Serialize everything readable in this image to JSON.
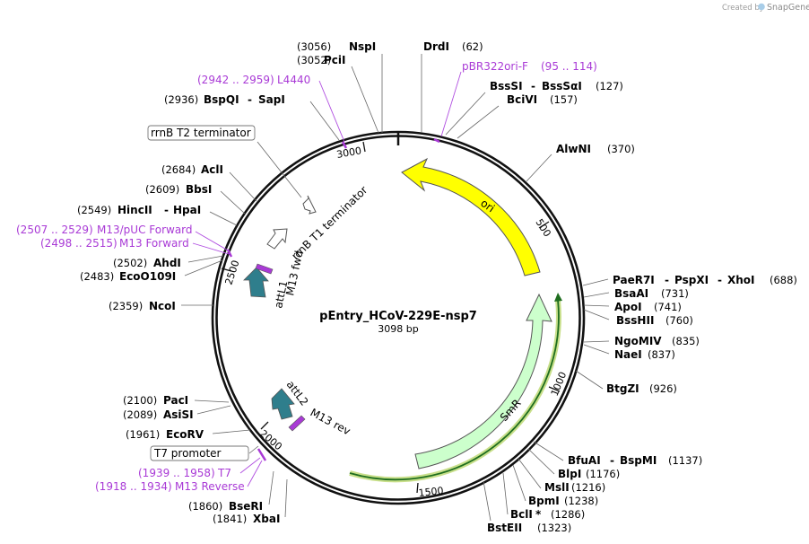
{
  "credit": {
    "prefix": "Created by",
    "brand": "SnapGene"
  },
  "plasmid": {
    "name": "pEntry_HCoV-229E-nsp7",
    "size": "3098 bp"
  },
  "ticks": {
    "t500": "500",
    "t1000": "1000",
    "t1500": "1500",
    "t2000": "2000",
    "t2500": "2500",
    "t3000": "3000"
  },
  "features": {
    "ori": "ori",
    "smr": "SmR",
    "attl1": "attL1",
    "attl2": "attL2",
    "m13fwd": "M13 fwd",
    "m13rev": "M13 rev",
    "rrnbt1": "rrnB T1 terminator"
  },
  "sites": [
    {
      "name": "NspI",
      "pos": "(3056)"
    },
    {
      "name": "PciI",
      "pos": "(3052)"
    },
    {
      "name": "BspQI",
      "name2": "SapI",
      "pos": "(2936)"
    },
    {
      "name": "AclI",
      "pos": "(2684)"
    },
    {
      "name": "BbsI",
      "pos": "(2609)"
    },
    {
      "name": "HincII",
      "name2": "HpaI",
      "pos": "(2549)"
    },
    {
      "name": "AhdI",
      "pos": "(2502)"
    },
    {
      "name": "EcoO109I",
      "pos": "(2483)"
    },
    {
      "name": "NcoI",
      "pos": "(2359)"
    },
    {
      "name": "PacI",
      "pos": "(2100)"
    },
    {
      "name": "AsiSI",
      "pos": "(2089)"
    },
    {
      "name": "EcoRV",
      "pos": "(1961)"
    },
    {
      "name": "BseRI",
      "pos": "(1860)"
    },
    {
      "name": "XbaI",
      "pos": "(1841)"
    },
    {
      "name": "DrdI",
      "pos": "(62)"
    },
    {
      "name": "BssSI",
      "name2": "BssSαI",
      "pos": "(127)"
    },
    {
      "name": "BciVI",
      "pos": "(157)"
    },
    {
      "name": "AlwNI",
      "pos": "(370)"
    },
    {
      "name": "PaeR7I",
      "name2": "PspXI",
      "name3": "XhoI",
      "pos": "(688)"
    },
    {
      "name": "BsaAI",
      "pos": "(731)"
    },
    {
      "name": "ApoI",
      "pos": "(741)"
    },
    {
      "name": "BssHII",
      "pos": "(760)"
    },
    {
      "name": "NgoMIV",
      "pos": "(835)"
    },
    {
      "name": "NaeI",
      "pos": "(837)"
    },
    {
      "name": "BtgZI",
      "pos": "(926)"
    },
    {
      "name": "BfuAI",
      "name2": "BspMI",
      "pos": "(1137)"
    },
    {
      "name": "BlpI",
      "pos": "(1176)"
    },
    {
      "name": "MslI",
      "pos": "(1216)"
    },
    {
      "name": "BpmI",
      "pos": "(1238)"
    },
    {
      "name": "BclI",
      "star": "*",
      "pos": "(1286)"
    },
    {
      "name": "BstEII",
      "pos": "(1323)"
    }
  ],
  "primers": [
    {
      "range": "(2942 .. 2959)",
      "name": "L4440"
    },
    {
      "range": "(95 .. 114)",
      "name": "pBR322ori-F"
    },
    {
      "range": "(2507 .. 2529)",
      "name": "M13/pUC Forward"
    },
    {
      "range": "(2498 .. 2515)",
      "name": "M13 Forward"
    },
    {
      "range": "(1939 .. 1958)",
      "name": "T7"
    },
    {
      "range": "(1918 .. 1934)",
      "name": "M13 Reverse"
    }
  ],
  "boxes": {
    "rrnbt2": "rrnB T2 terminator",
    "t7promoter": "T7 promoter"
  },
  "colors": {
    "ori": "#ffff00",
    "smr": "#ccffcc",
    "att": "#2f7e8c",
    "primer": "#a93ad6",
    "highlight": "#b8d86b"
  }
}
